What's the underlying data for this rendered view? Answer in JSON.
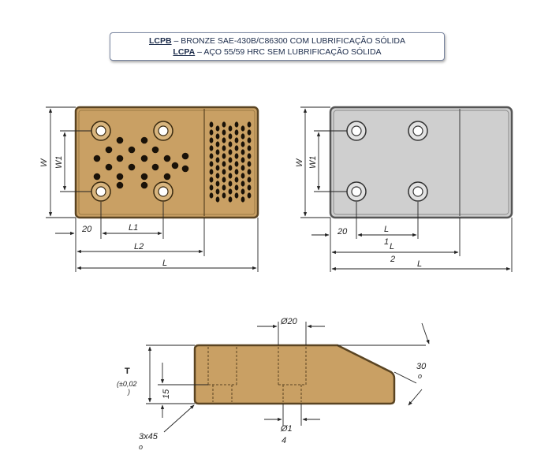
{
  "header": {
    "line1_code": "LCPB",
    "line1_text": " – BRONZE SAE-430B/C86300 COM LUBRIFICAÇÃO SÓLIDA",
    "line2_code": "LCPA",
    "line2_text": " – AÇO 55/59 HRC SEM LUBRIFICAÇÃO SÓLIDA"
  },
  "left_view": {
    "dim_w": "W",
    "dim_w1": "W1",
    "dim_20": "20",
    "dim_l1": "L1",
    "dim_l2": "L2",
    "dim_l": "L"
  },
  "right_view": {
    "dim_w": "W",
    "dim_w1": "W1",
    "dim_20": "20",
    "dim_l_inner": "L",
    "dim_1l_a": "1",
    "dim_1l_b": "L",
    "dim_2": "2",
    "dim_l": "L"
  },
  "side_view": {
    "dim_d20": "Ø20",
    "dim_t": "T",
    "dim_tol": "(±0,02",
    "dim_tol_close": ")",
    "dim_15": "15",
    "dim_d14_a": "Ø1",
    "dim_d14_b": "4",
    "dim_chamfer_a": "3x45",
    "dim_chamfer_b": "o",
    "dim_angle_a": "30",
    "dim_angle_b": "o"
  },
  "colors": {
    "bronze": "#c9a064",
    "bronze_edge": "#5a4422",
    "steel": "#cfcfcf",
    "steel_edge": "#555555",
    "title_text": "#1b2b4a"
  }
}
